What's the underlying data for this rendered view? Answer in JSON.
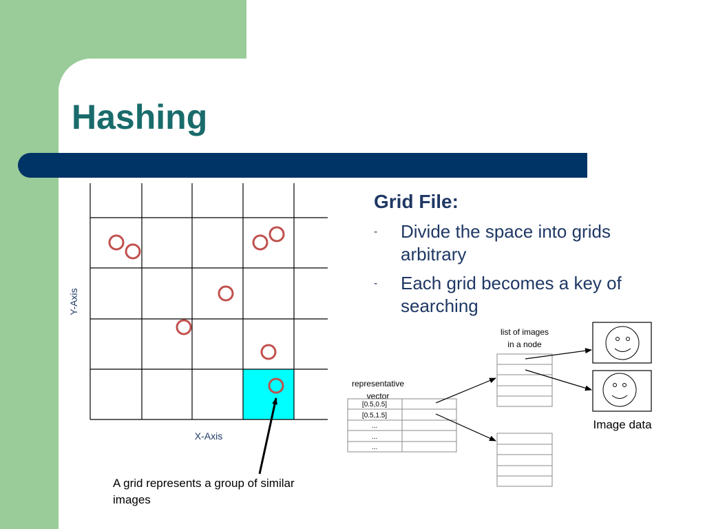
{
  "slide": {
    "title": "Hashing",
    "heading": "Grid File:",
    "bullets": [
      {
        "marker": "-",
        "text": "Divide the space into grids arbitrary"
      },
      {
        "marker": "-",
        "text": "Each grid becomes a key of searching"
      }
    ]
  },
  "diagram": {
    "y_axis_label": "Y-Axis",
    "x_axis_label": "X-Axis",
    "caption_line1": "A grid represents a group of similar",
    "caption_line2": "images",
    "highlight_color": "#00ffff",
    "point_color": "#c0504d",
    "list_label_line1": "list of images",
    "list_label_line2": "in a node",
    "vector_label_line1": "representative",
    "vector_label_line2": "vector",
    "vector_rows": [
      "[0.5,0.5]",
      "[0.5,1.5]",
      "...",
      "...",
      "..."
    ],
    "image_data_label": "Image data"
  },
  "colors": {
    "green": "#99cc99",
    "title_teal": "#1a6b6b",
    "bar_navy": "#003366",
    "text_navy": "#1f3864"
  }
}
